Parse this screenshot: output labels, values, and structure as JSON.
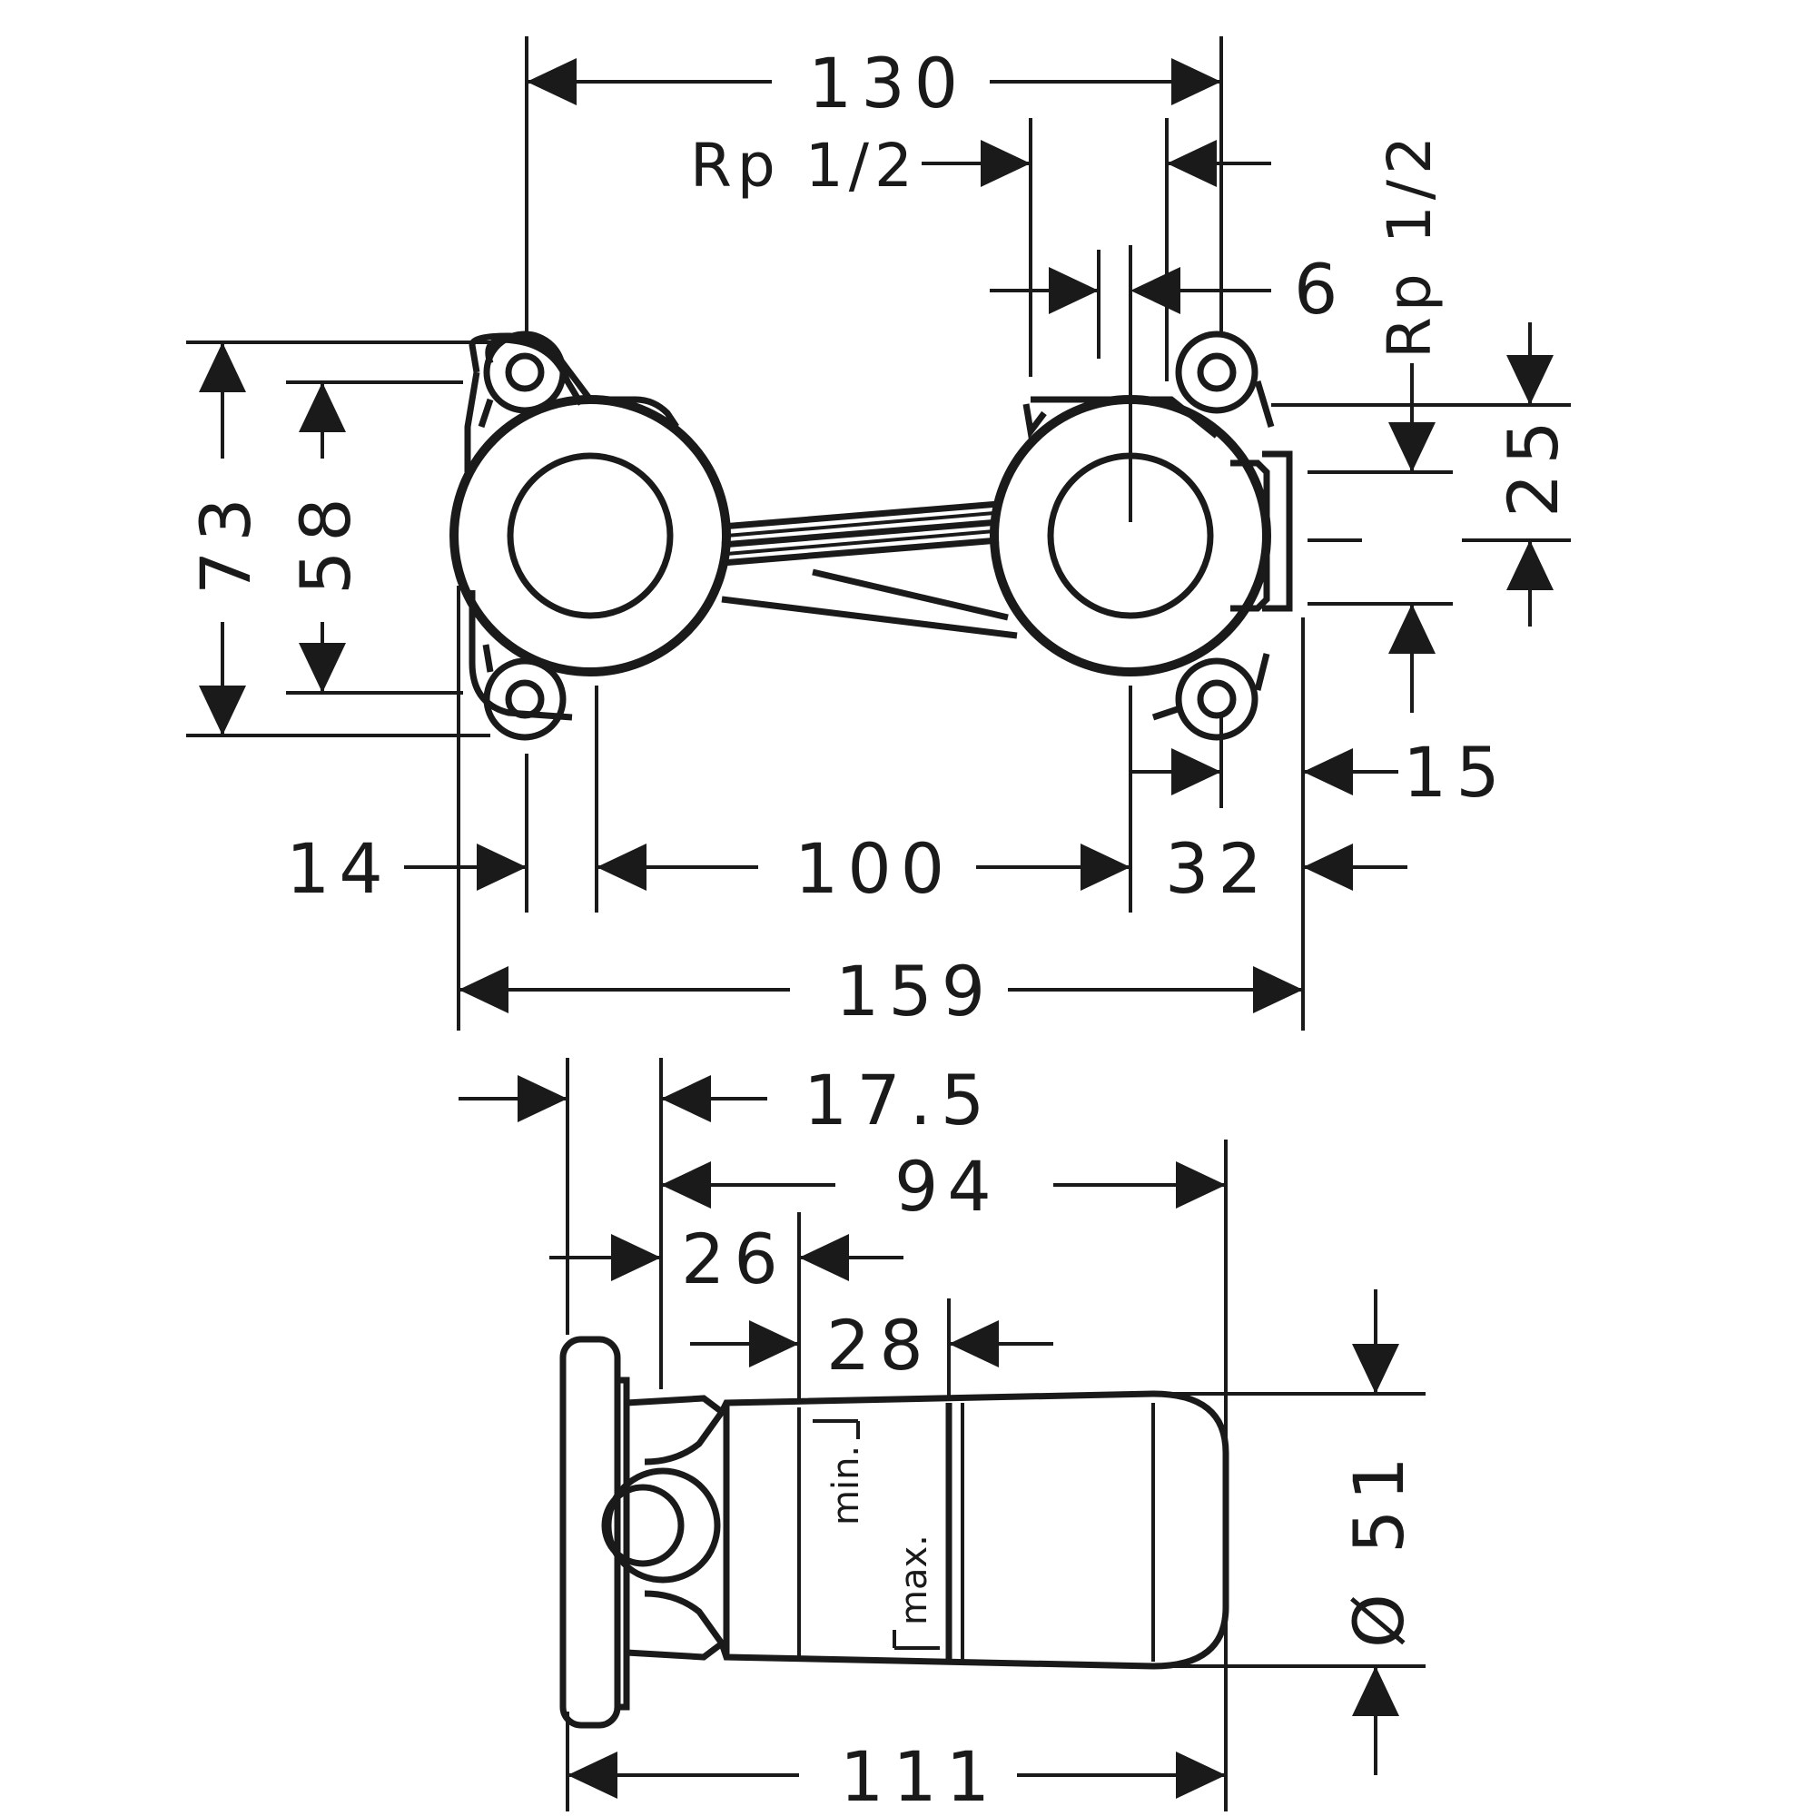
{
  "front_view": {
    "dim_130": "130",
    "dim_rp_left": "Rp 1/2",
    "dim_rp_right": "Rp 1/2",
    "dim_6": "6",
    "dim_73": "73",
    "dim_58": "58",
    "dim_25": "25",
    "dim_15": "15",
    "dim_14": "14",
    "dim_100": "100",
    "dim_32": "32",
    "dim_159": "159"
  },
  "side_view": {
    "dim_17_5": "17.5",
    "dim_94": "94",
    "dim_26": "26",
    "dim_28": "28",
    "dim_51": "Ø 51",
    "dim_111": "111",
    "label_min": "min.",
    "label_max": "max."
  }
}
